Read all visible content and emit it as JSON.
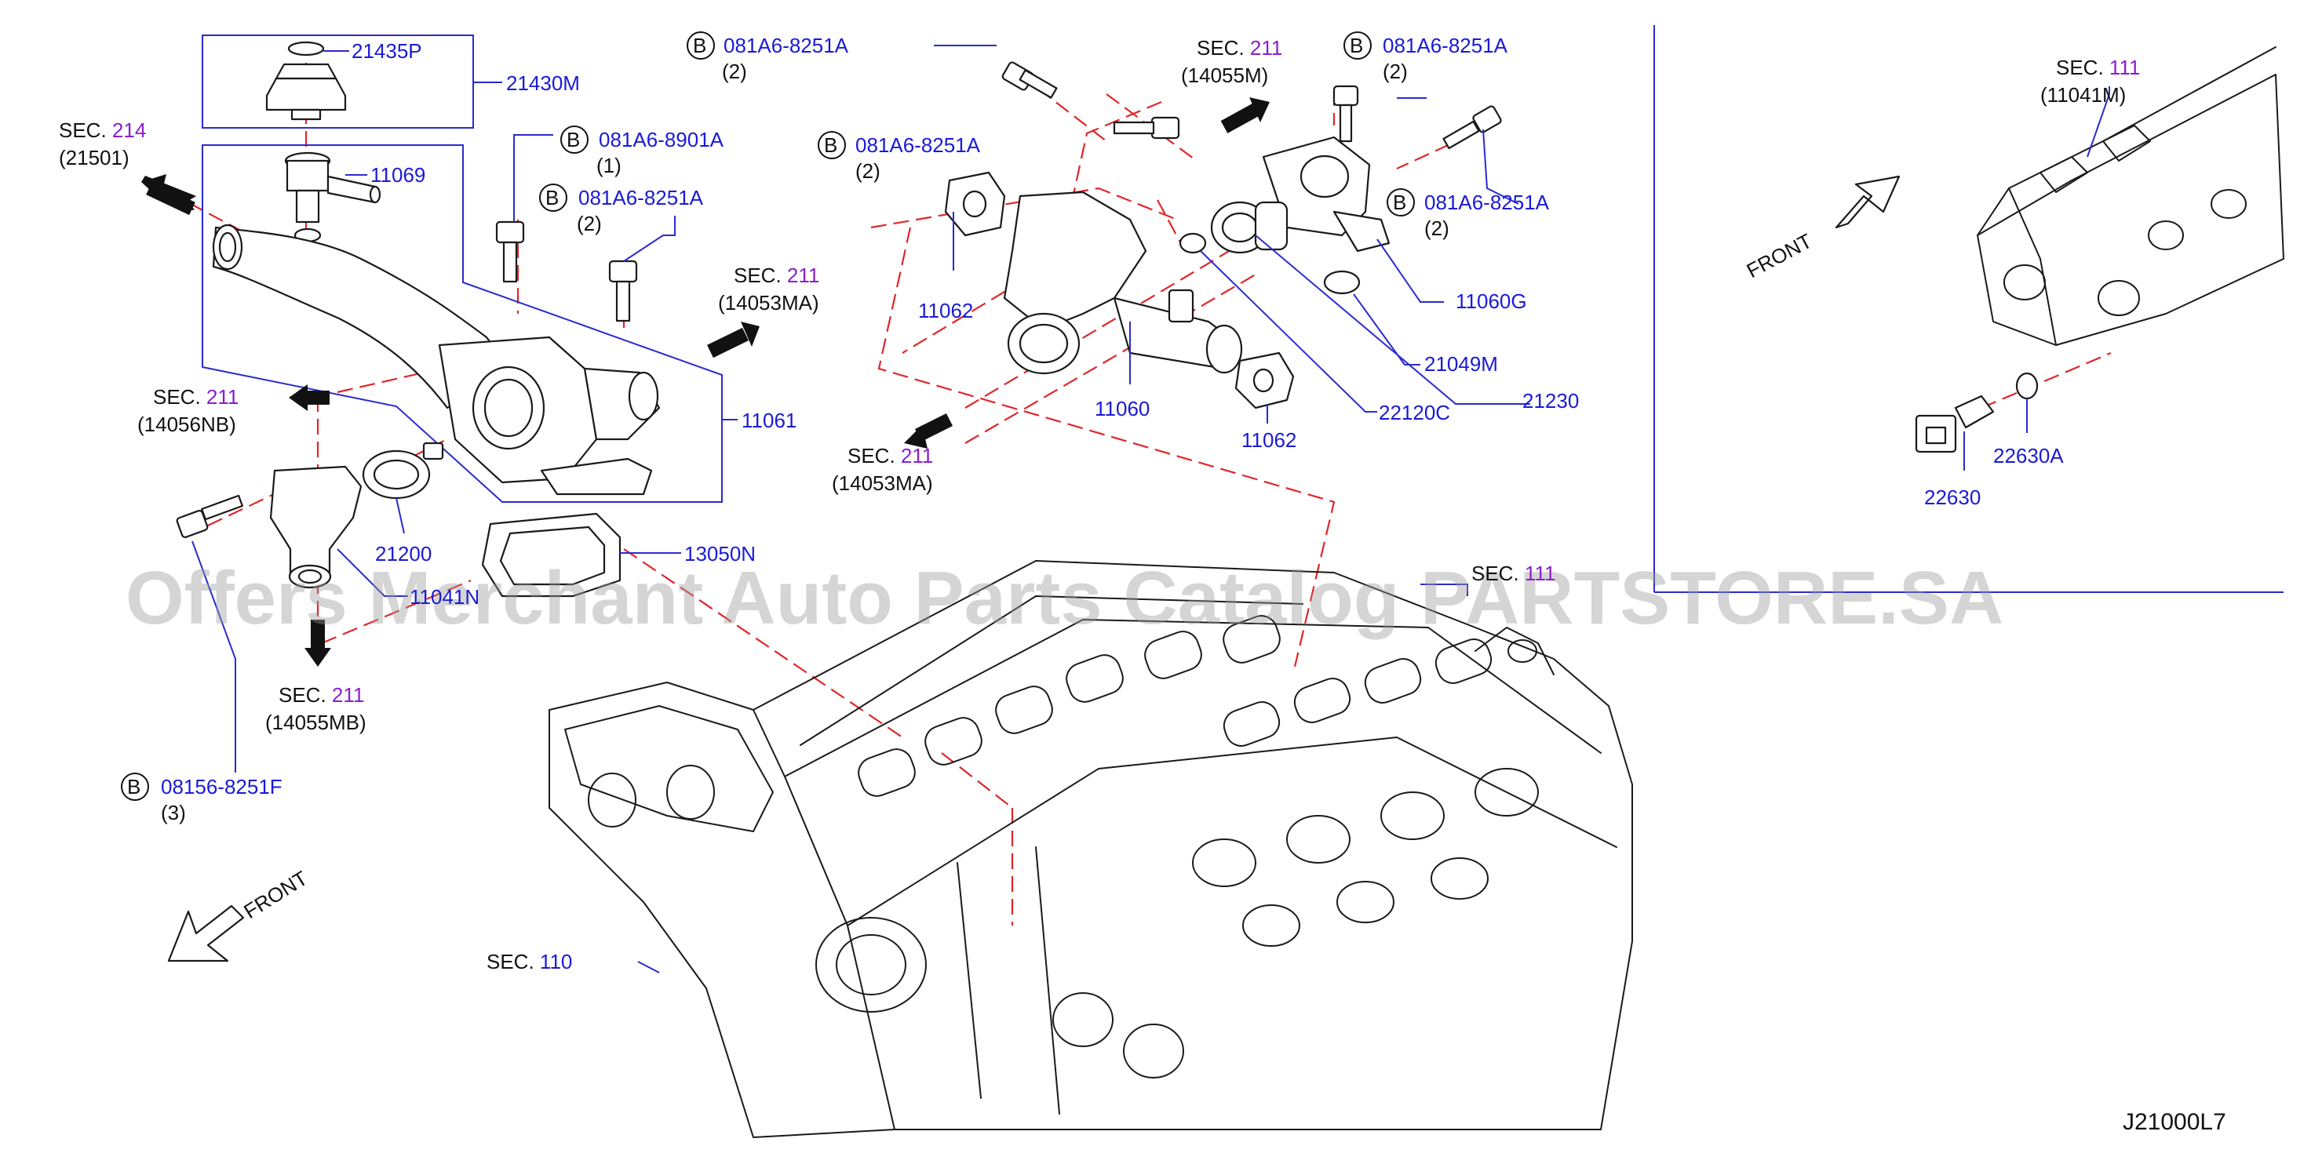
{
  "watermark": "Offers Merchant Auto Parts Catalog PARTSTORE.SA",
  "diagram_code": "J21000L7",
  "front_labels": [
    "FRONT",
    "FRONT"
  ],
  "bolt_symbol": "B",
  "sec_word": "SEC.",
  "colors": {
    "part_number": "#1a1ad8",
    "section_number": "#8a1ecf",
    "leader": "#2b2bcf",
    "dash": "#e0262a"
  },
  "parts": [
    "21435P",
    "21430M",
    "11069",
    "11061",
    "21200",
    "13050N",
    "11060",
    "11062",
    "11062",
    "11060G",
    "21049M",
    "22120C",
    "21230",
    "22630",
    "22630A",
    "11041N"
  ],
  "bolts": [
    {
      "part": "081A6-8251A",
      "qty": "(2)"
    },
    {
      "part": "081A6-8901A",
      "qty": "(1)"
    },
    {
      "part": "081A6-8251A",
      "qty": "(2)"
    },
    {
      "part": "081A6-8251A",
      "qty": "(2)"
    },
    {
      "part": "081A6-8251A",
      "qty": "(2)"
    },
    {
      "part": "081A6-8251A",
      "qty": "(2)"
    },
    {
      "part": "08156-8251F",
      "qty": "(3)"
    }
  ],
  "sections": [
    {
      "num": "214",
      "ref": "(21501)"
    },
    {
      "num": "211",
      "ref": "(14053MA)"
    },
    {
      "num": "211",
      "ref": "(14056NB)"
    },
    {
      "num": "211",
      "ref": "(14055MB)"
    },
    {
      "num": "211",
      "ref": "(14055M)"
    },
    {
      "num": "211",
      "ref": "(14053MA)"
    },
    {
      "num": "111",
      "ref": "(11041M)"
    },
    {
      "num": "111",
      "ref": ""
    },
    {
      "num": "110",
      "ref": ""
    }
  ]
}
